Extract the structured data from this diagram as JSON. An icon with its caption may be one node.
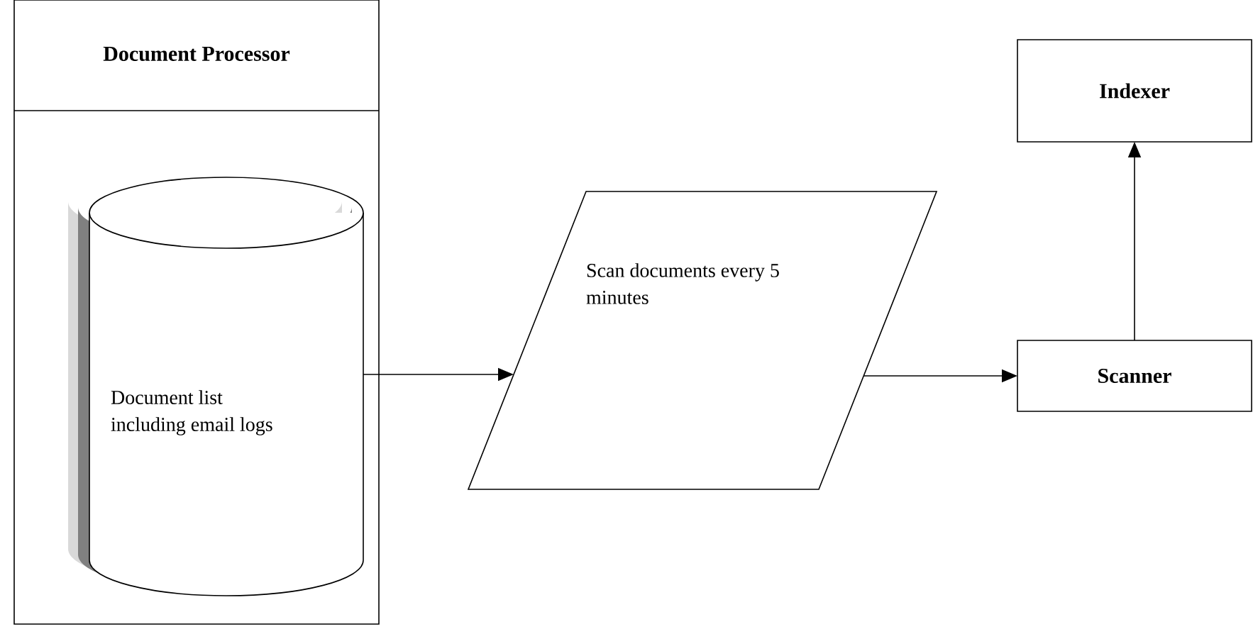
{
  "diagram": {
    "nodes": [
      {
        "text": [
          "Document Processor"
        ]
      },
      {
        "text": [
          "Document list including email logs"
        ],
        "in": 0
      },
      {
        "text": [
          "Scan documents every 5 minutes"
        ]
      },
      {
        "text": [
          "Scanner"
        ]
      },
      {
        "text": [
          "Indexer"
        ]
      }
    ],
    "edges": [
      {
        "from": 1,
        "to": 2,
        "arrow": "to"
      },
      {
        "from": 2,
        "to": 3,
        "arrow": "to"
      },
      {
        "from": 3,
        "to": 4,
        "arrow": "to"
      }
    ]
  }
}
